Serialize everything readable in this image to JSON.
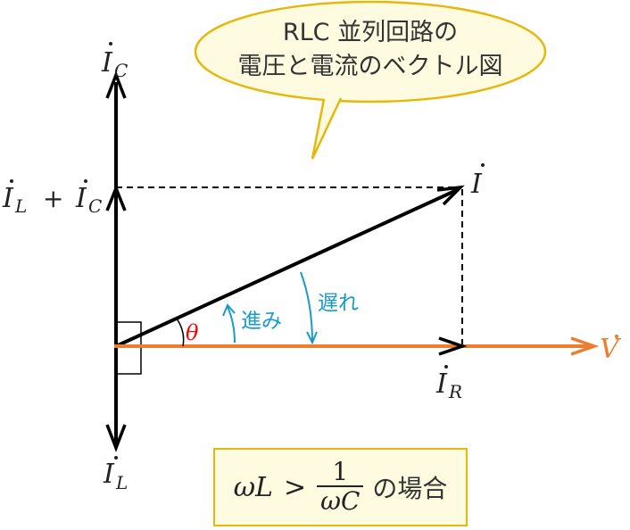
{
  "title": {
    "line1": "RLC 並列回路の",
    "line2": "電圧と電流のベクトル図"
  },
  "vectors": {
    "ic": {
      "symbol": "I",
      "sub": "C",
      "dot": "·"
    },
    "il_plus_ic": {
      "symbol1": "I",
      "sub1": "L",
      "plus": "+",
      "symbol2": "I",
      "sub2": "C"
    },
    "il": {
      "symbol": "I",
      "sub": "L"
    },
    "i": {
      "symbol": "I"
    },
    "ir": {
      "symbol": "I",
      "sub": "R"
    },
    "v": {
      "symbol": "V"
    }
  },
  "angle": {
    "label": "θ"
  },
  "annotations": {
    "lead": "進み",
    "lag": "遅れ"
  },
  "condition": {
    "lhs": "ωL",
    "op": ">",
    "numerator": "1",
    "denominator": "ωC",
    "suffix": "の場合"
  },
  "colors": {
    "voltage": "#ed7d31",
    "theta": "#ff0000",
    "annotation": "#1a9bc7",
    "balloon_fill": "#fffbe0",
    "balloon_stroke": "#e5b80b",
    "vector": "#000000"
  }
}
